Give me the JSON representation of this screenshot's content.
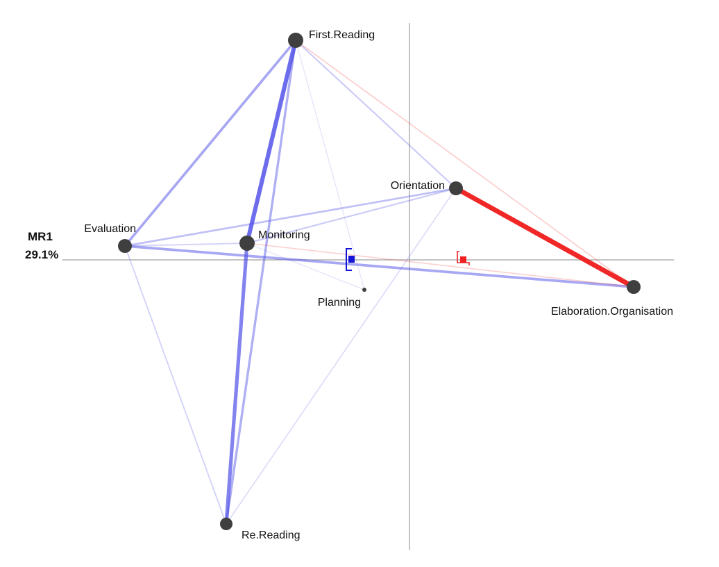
{
  "axis": {
    "name": "MR1",
    "variance": "29.1%"
  },
  "colors": {
    "positive_edge": "#5050e8",
    "negative_edge": "#f02020",
    "node": "#3f3f3f",
    "axis_line": "#8a8a8a",
    "centroid_positive": "#1414d8",
    "centroid_negative": "#ee2222"
  },
  "nodes": [
    {
      "id": "first-reading",
      "label": "First.Reading"
    },
    {
      "id": "orientation",
      "label": "Orientation"
    },
    {
      "id": "evaluation",
      "label": "Evaluation"
    },
    {
      "id": "monitoring",
      "label": "Monitoring"
    },
    {
      "id": "planning",
      "label": "Planning"
    },
    {
      "id": "elaboration",
      "label": "Elaboration.Organisation"
    },
    {
      "id": "re-reading",
      "label": "Re.Reading"
    }
  ],
  "edges": [
    {
      "from": "first-reading",
      "to": "monitoring",
      "sign": "positive",
      "strength": 0.85
    },
    {
      "from": "first-reading",
      "to": "evaluation",
      "sign": "positive",
      "strength": 0.45
    },
    {
      "from": "first-reading",
      "to": "re-reading",
      "sign": "positive",
      "strength": 0.4
    },
    {
      "from": "first-reading",
      "to": "orientation",
      "sign": "positive",
      "strength": 0.2
    },
    {
      "from": "first-reading",
      "to": "elaboration",
      "sign": "negative",
      "strength": 0.12
    },
    {
      "from": "first-reading",
      "to": "planning",
      "sign": "positive",
      "strength": 0.05
    },
    {
      "from": "orientation",
      "to": "elaboration",
      "sign": "negative",
      "strength": 1.0
    },
    {
      "from": "orientation",
      "to": "evaluation",
      "sign": "positive",
      "strength": 0.28
    },
    {
      "from": "orientation",
      "to": "monitoring",
      "sign": "positive",
      "strength": 0.2
    },
    {
      "from": "orientation",
      "to": "re-reading",
      "sign": "positive",
      "strength": 0.1
    },
    {
      "from": "evaluation",
      "to": "elaboration",
      "sign": "positive",
      "strength": 0.45
    },
    {
      "from": "evaluation",
      "to": "monitoring",
      "sign": "positive",
      "strength": 0.15
    },
    {
      "from": "evaluation",
      "to": "re-reading",
      "sign": "positive",
      "strength": 0.15
    },
    {
      "from": "monitoring",
      "to": "re-reading",
      "sign": "positive",
      "strength": 0.7
    },
    {
      "from": "monitoring",
      "to": "elaboration",
      "sign": "negative",
      "strength": 0.1
    },
    {
      "from": "monitoring",
      "to": "planning",
      "sign": "positive",
      "strength": 0.05
    }
  ],
  "centroids": [
    {
      "id": "positive",
      "sign": "positive"
    },
    {
      "id": "negative",
      "sign": "negative"
    }
  ]
}
